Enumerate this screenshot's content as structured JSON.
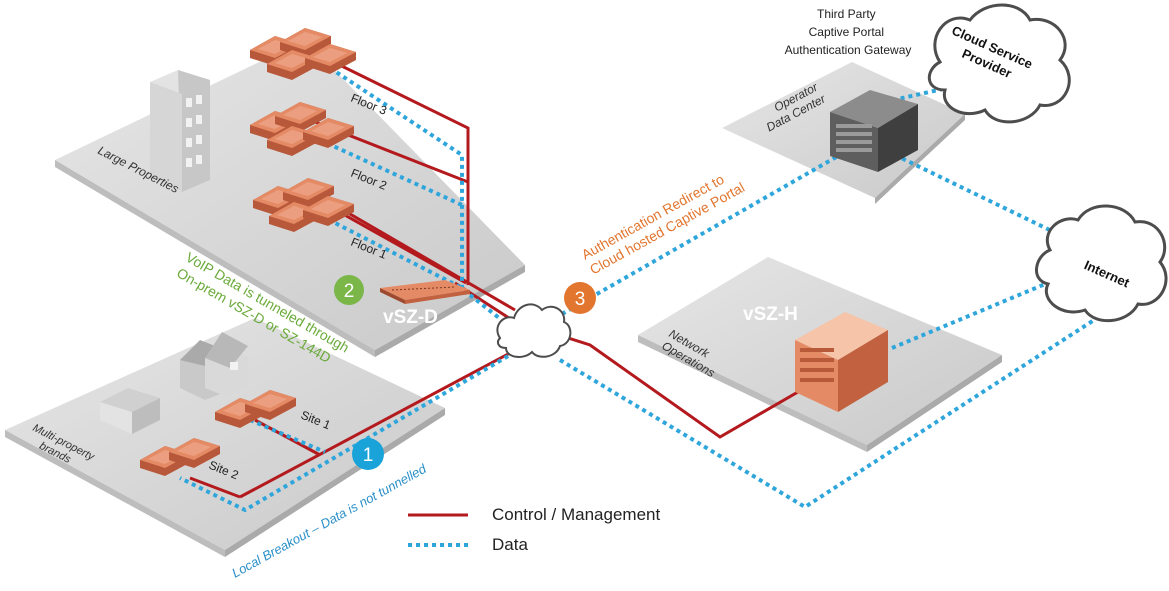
{
  "zones": {
    "large_properties": "Large Properties",
    "multi_property": [
      "Multi-property",
      "brands"
    ],
    "operator_dc": [
      "Operator",
      "Data Center"
    ],
    "network_ops": [
      "Network",
      "Operations"
    ]
  },
  "floors": [
    "Floor 3",
    "Floor 2",
    "Floor 1"
  ],
  "sites": [
    "Site 1",
    "Site 2"
  ],
  "controllers": {
    "d": "vSZ-D",
    "h": "vSZ-H"
  },
  "clouds": {
    "csp": [
      "Cloud Service",
      "Provider"
    ],
    "internet": "Internet"
  },
  "gateway": [
    "Third Party",
    "Captive Portal",
    "Authentication Gateway"
  ],
  "callouts": {
    "one": {
      "num": "1",
      "text": "Local Breakout – Data is not tunnelled"
    },
    "two": {
      "num": "2",
      "lines": [
        "VoIP Data is tunneled through",
        "On-prem vSZ-D or SZ-144D"
      ]
    },
    "three": {
      "num": "3",
      "lines": [
        "Authentication Redirect to",
        "Cloud hosted Captive Portal"
      ]
    }
  },
  "legend": {
    "control": "Control / Management",
    "data": "Data"
  },
  "colors": {
    "control": "#b3191d",
    "data": "#2ea6dc",
    "green": "#7ab648",
    "orange": "#e2762f",
    "blue": "#1aa3d9",
    "ap": "#e07a52",
    "platform": "#d4d4d4"
  }
}
